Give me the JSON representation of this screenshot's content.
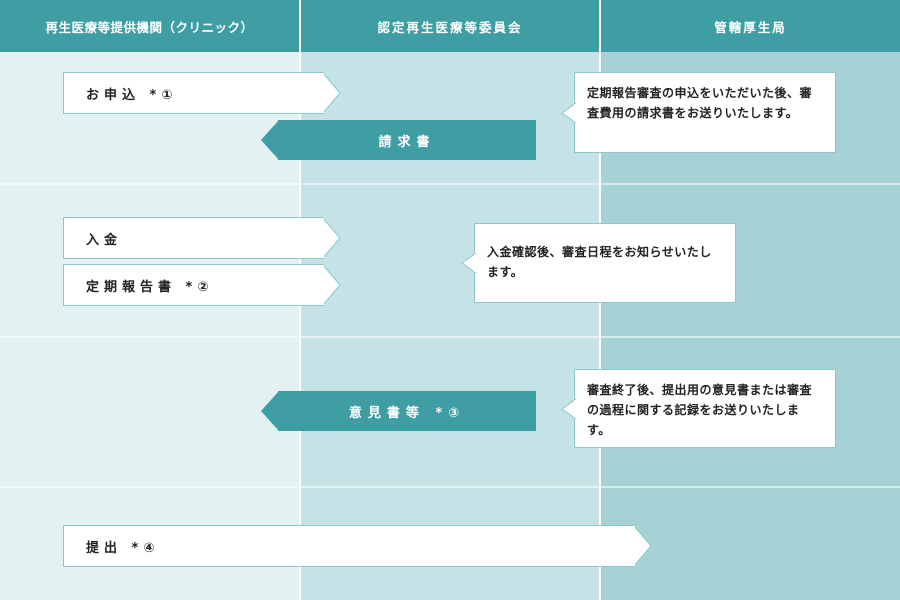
{
  "headers": {
    "col1": "再生医療等提供機関（クリニック）",
    "col2": "認定再生医療等委員会",
    "col3": "管轄厚生局"
  },
  "steps": {
    "apply": "お申込 *①",
    "invoice": "請求書",
    "payment": "入金",
    "report": "定期報告書 *②",
    "opinion": "意見書等 *③",
    "submit": "提出 *④"
  },
  "notes": {
    "note1": "定期報告審査の申込をいただいた後、審査費用の請求書をお送りいたします。",
    "note2": "入金確認後、審査日程をお知らせいたします。",
    "note3": "審査終了後、提出用の意見書または審査の過程に関する記録をお送りいたします。"
  },
  "colors": {
    "header": "#3e9ea3",
    "lane1": "#e2f1f2",
    "lane2": "#c5e3e6",
    "lane3": "#a6d2d5",
    "arrow_teal": "#3e9ea3",
    "arrow_border": "#8dc7ca"
  }
}
